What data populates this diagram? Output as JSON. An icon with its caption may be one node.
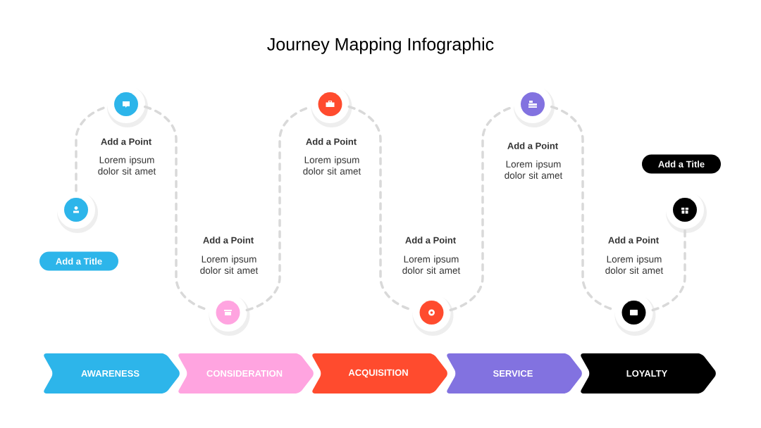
{
  "diagram": {
    "title": "Journey Mapping Infographic",
    "nodes": [
      {
        "text": [],
        "shape": "circle"
      },
      {
        "text": [],
        "shape": "circle",
        "beside": [
          "Add a Point",
          "Lorem ipsum dolor sit amet"
        ]
      },
      {
        "text": [],
        "shape": "circle",
        "beside": [
          "Add a Point",
          "Lorem ipsum dolor sit amet"
        ]
      },
      {
        "text": [],
        "shape": "circle",
        "beside": [
          "Add a Point",
          "Lorem ipsum dolor sit amet"
        ]
      },
      {
        "text": [],
        "shape": "circle",
        "beside": [
          "Add a Point",
          "Lorem ipsum dolor sit amet"
        ]
      },
      {
        "text": [],
        "shape": "circle",
        "beside": [
          "Add a Point",
          "Lorem ipsum dolor sit amet"
        ]
      },
      {
        "text": [],
        "shape": "circle",
        "beside": [
          "Add a Point",
          "Lorem ipsum dolor sit amet"
        ]
      },
      {
        "text": [],
        "shape": "circle"
      },
      {
        "text": [
          "Add a Title"
        ]
      },
      {
        "text": [
          "Add a Title"
        ]
      },
      {
        "text": [
          "AWARENESS"
        ]
      },
      {
        "text": [
          "CONSIDERATION"
        ]
      },
      {
        "text": [
          "ACQUISITION"
        ]
      },
      {
        "text": [
          "SERVICE"
        ]
      },
      {
        "text": [
          "LOYALTY"
        ]
      }
    ],
    "edges": [
      {
        "from": 0,
        "to": 1,
        "arrow": "none",
        "style": "dashed"
      },
      {
        "from": 1,
        "to": 2,
        "arrow": "none",
        "style": "dashed"
      },
      {
        "from": 2,
        "to": 3,
        "arrow": "none",
        "style": "dashed"
      },
      {
        "from": 3,
        "to": 4,
        "arrow": "none",
        "style": "dashed"
      },
      {
        "from": 4,
        "to": 5,
        "arrow": "none",
        "style": "dashed"
      },
      {
        "from": 5,
        "to": 6,
        "arrow": "none",
        "style": "dashed"
      },
      {
        "from": 6,
        "to": 7,
        "arrow": "none",
        "style": "dashed"
      }
    ]
  }
}
